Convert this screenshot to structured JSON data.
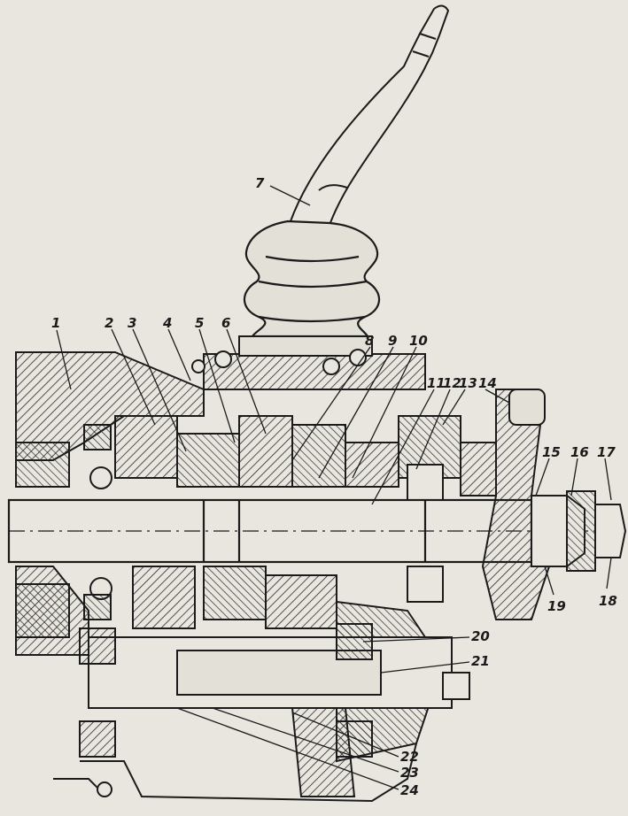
{
  "diagram": {
    "kind": "gearbox-cross-section",
    "colors": {
      "paper": "#e9e6df",
      "ink": "#1b1b1b",
      "hatch": "#2a2a2a"
    },
    "labels": [
      "1",
      "2",
      "3",
      "4",
      "5",
      "6",
      "7",
      "8",
      "9",
      "10",
      "11",
      "12",
      "13",
      "14",
      "15",
      "16",
      "17",
      "18",
      "19",
      "20",
      "21",
      "22",
      "23",
      "24"
    ]
  }
}
